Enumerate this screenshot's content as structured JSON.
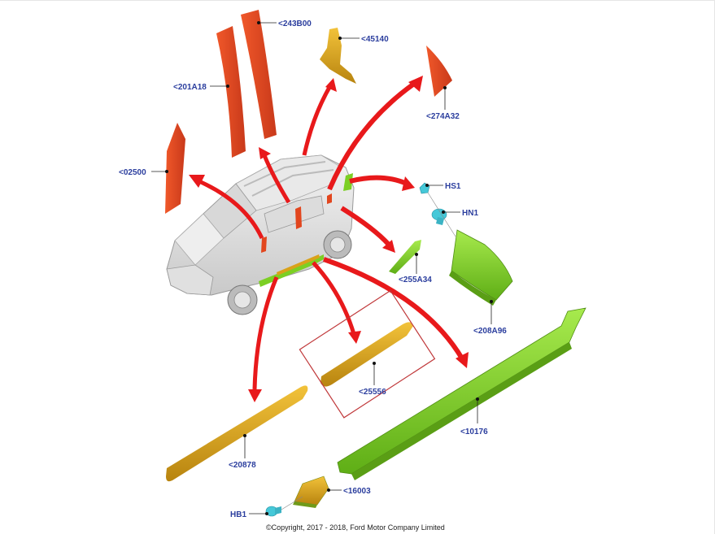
{
  "labels": {
    "p243B00": "<243B00",
    "p45140": "<45140",
    "p201A18": "<201A18",
    "p274A32": "<274A32",
    "p02500": "<02500",
    "hs1": "HS1",
    "hn1": "HN1",
    "p255A34": "<255A34",
    "p208A96": "<208A96",
    "p25556": "<25556",
    "p10176": "<10176",
    "p20878": "<20878",
    "p16003": "<16003",
    "hb1": "HB1"
  },
  "copyright": "©Copyright, 2017 - 2018, Ford Motor Company Limited",
  "colors": {
    "arrow": "#e8191b",
    "orange_red": "#e2461e",
    "yellow_brown": "#d9a21a",
    "green": "#7ccf24",
    "cyan": "#45c8d8",
    "label_blue": "#2b3e9e",
    "highlight_box": "#c0383a"
  }
}
